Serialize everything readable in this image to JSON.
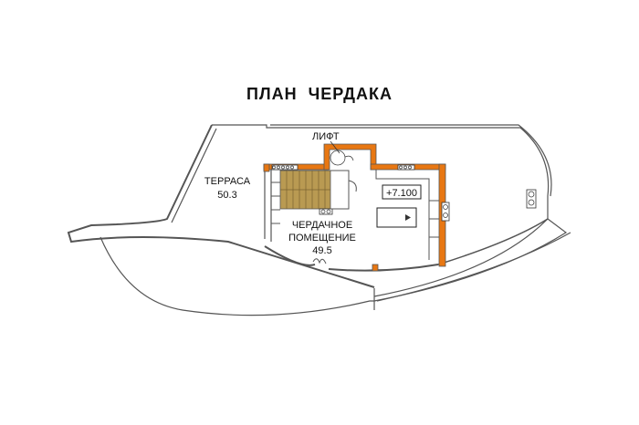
{
  "title": "ПЛАН  ЧЕРДАКА",
  "rooms": [
    {
      "name": "ТЕРРАСА",
      "area": "50.3"
    },
    {
      "name_line1": "ЧЕРДАЧНОЕ",
      "name_line2": "ПОМЕЩЕНИЕ",
      "area": "49.5"
    }
  ],
  "labels": {
    "lift": "ЛИФТ",
    "elevation": "+7.100"
  },
  "colors": {
    "wall_accent": "#e87712",
    "stair_fill": "#b99a52",
    "line": "#555555",
    "background": "#ffffff"
  }
}
